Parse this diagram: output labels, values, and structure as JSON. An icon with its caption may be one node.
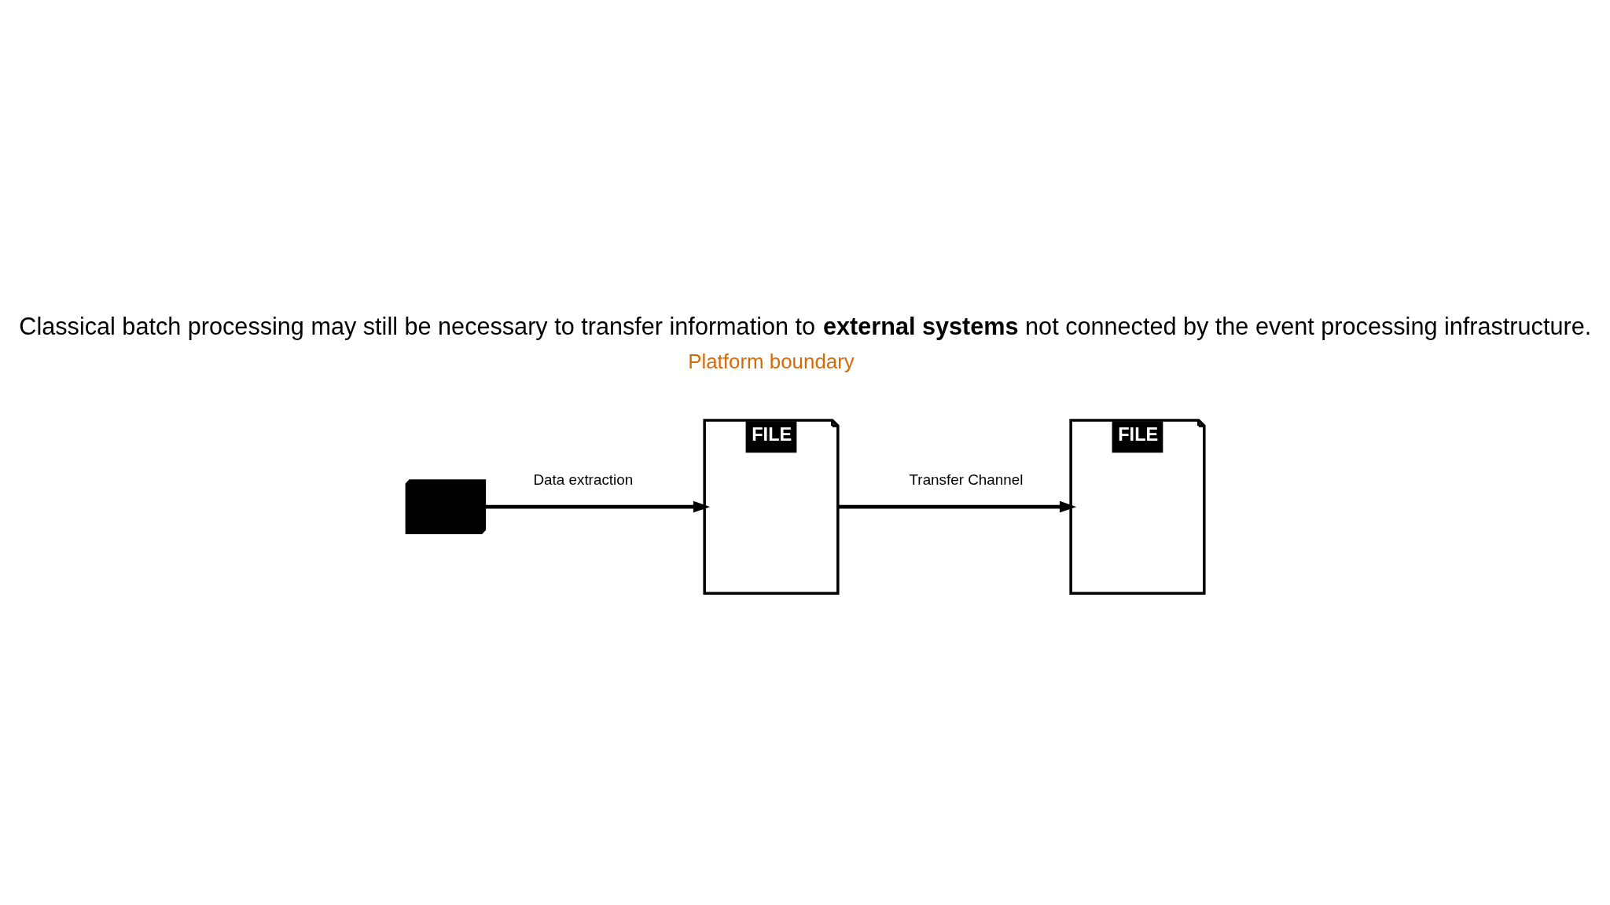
{
  "diagram": {
    "title": "Classical batch processing may still be necessary to transfer information to **external systems** not connected by the event processing infrastructure.",
    "nodes": [
      {
        "text": [],
        "shape": "box"
      },
      {
        "text": [
          "FILE"
        ]
      },
      {
        "text": [
          "FILE"
        ]
      }
    ],
    "edges": [
      {
        "from": 0,
        "to": 1,
        "arrow": "to",
        "label": "Data extraction"
      },
      {
        "from": 1,
        "to": 2,
        "arrow": "to",
        "label": "Transfer Channel"
      }
    ],
    "labels": [
      "Platform boundary"
    ]
  }
}
